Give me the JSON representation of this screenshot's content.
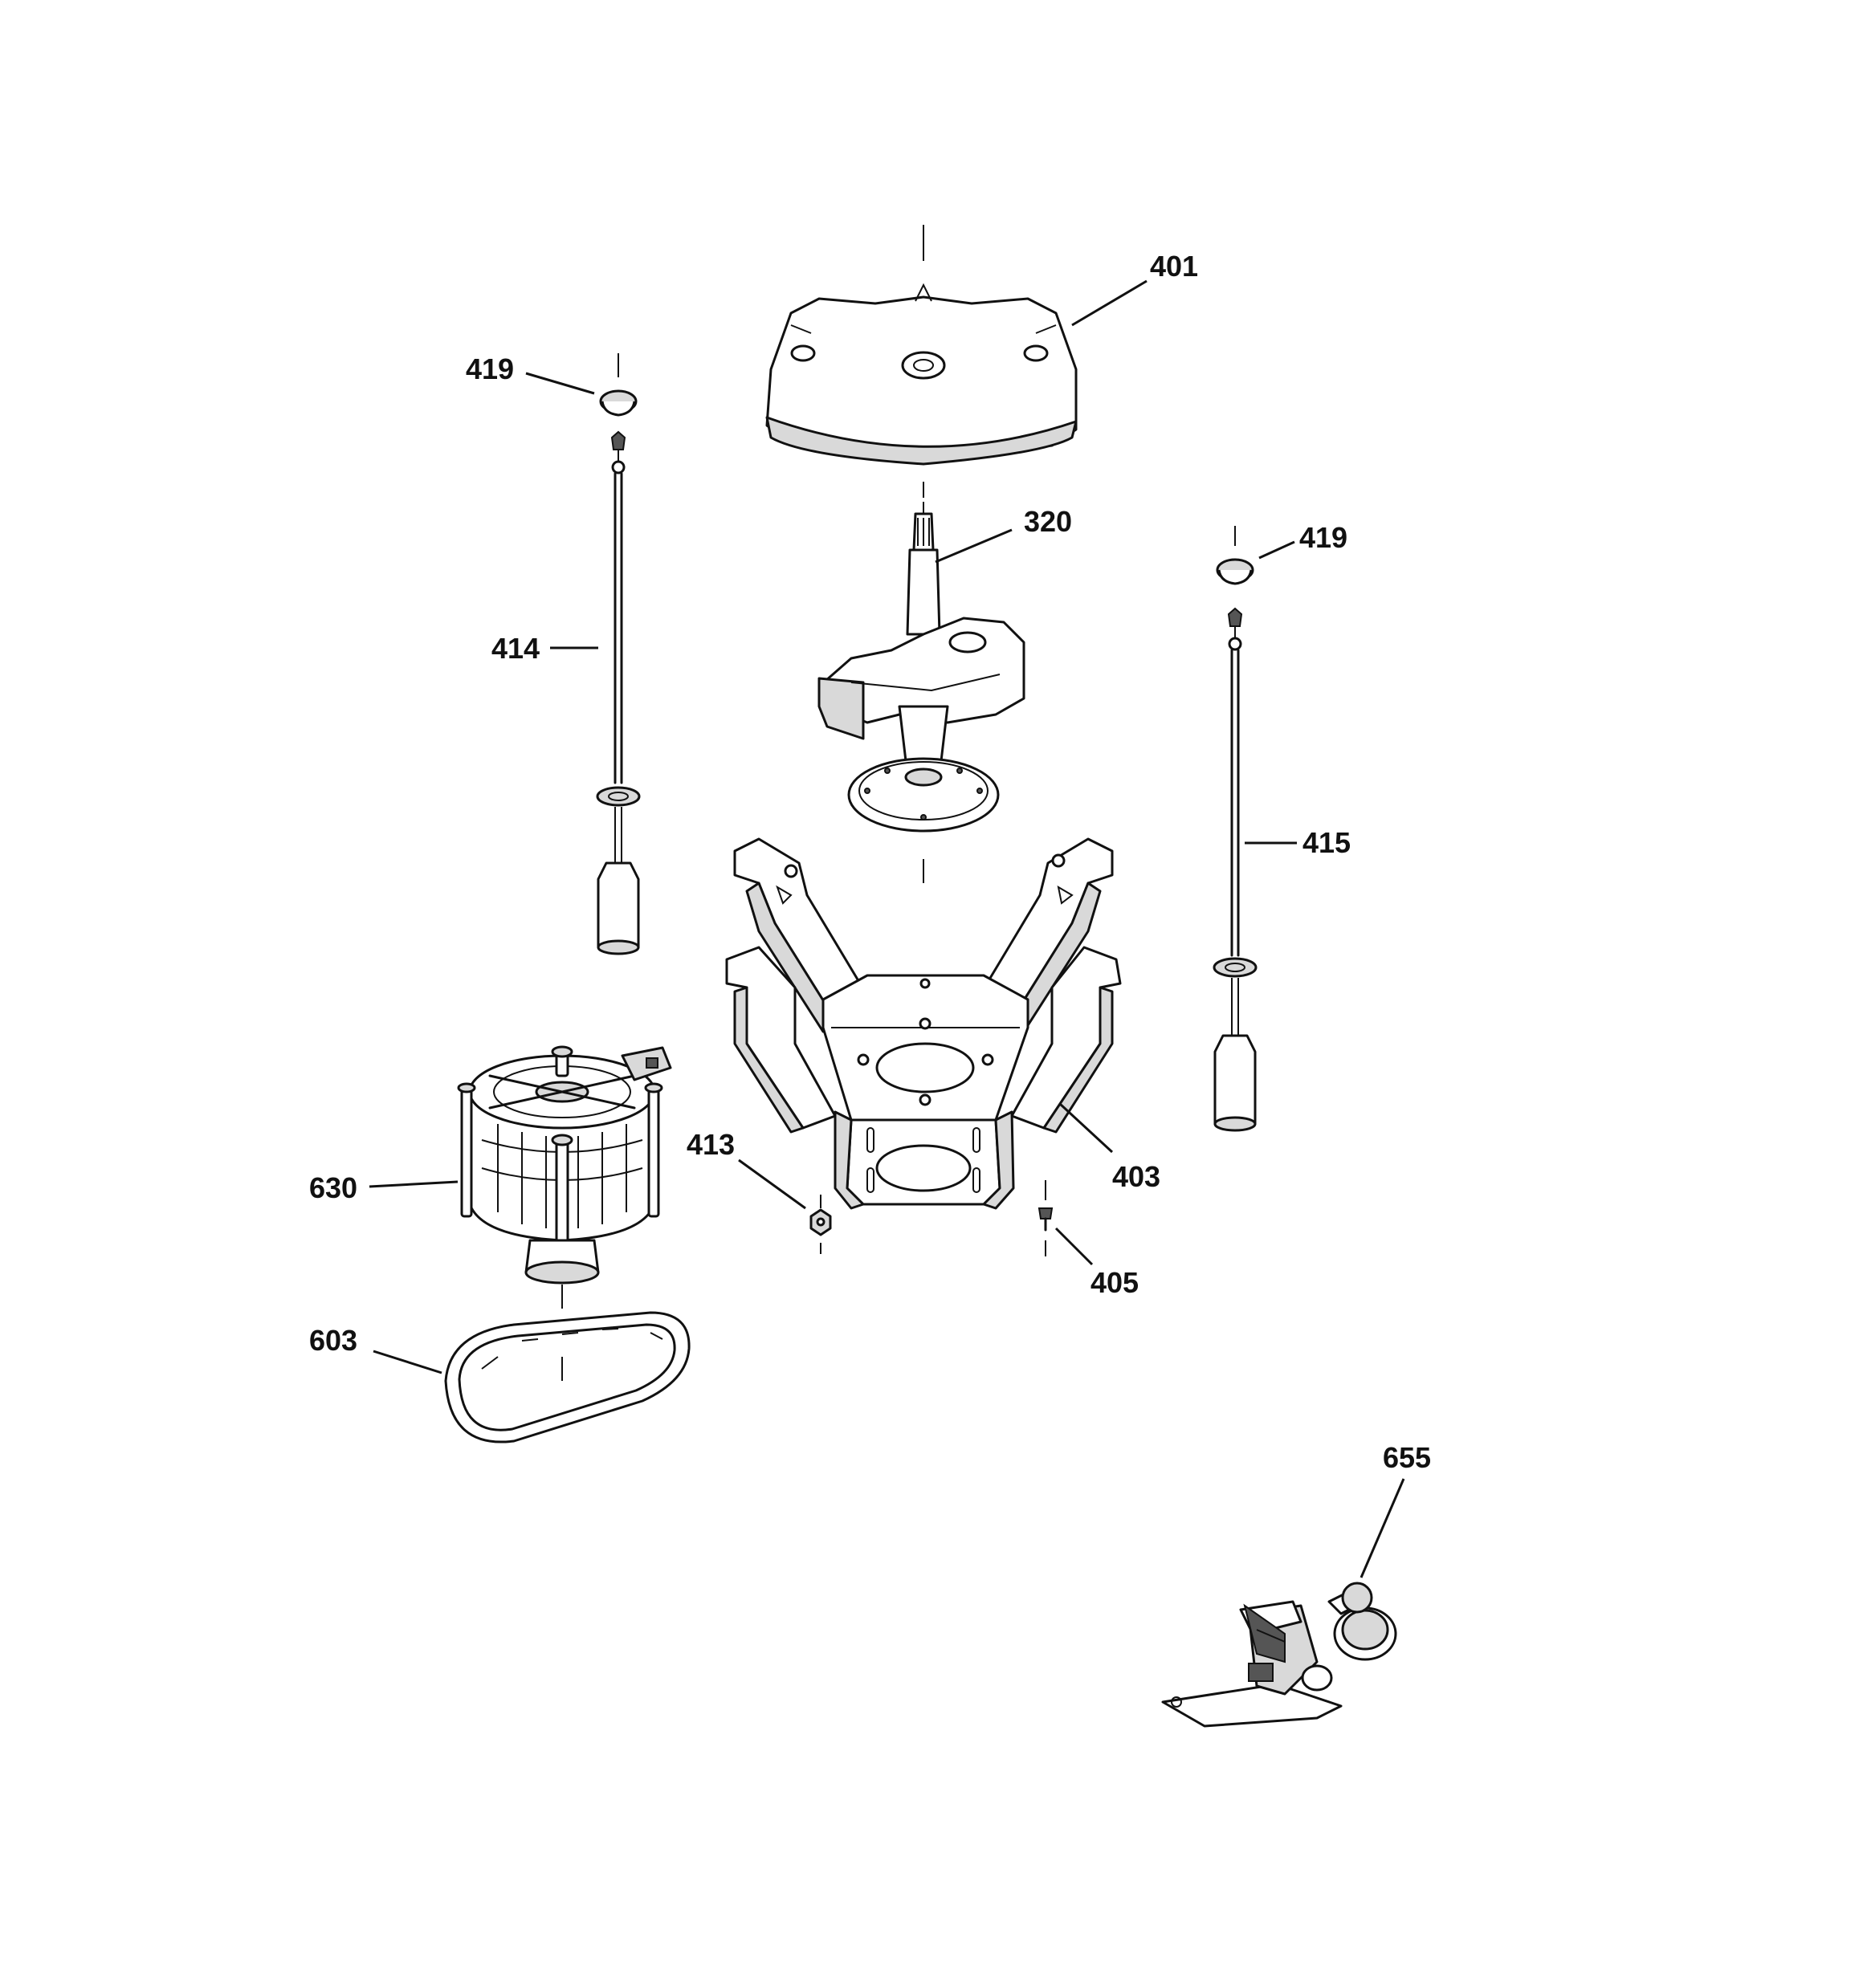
{
  "diagram": {
    "parts": [
      {
        "id": "401",
        "label": "401"
      },
      {
        "id": "419-left",
        "label": "419"
      },
      {
        "id": "419-right",
        "label": "419"
      },
      {
        "id": "320",
        "label": "320"
      },
      {
        "id": "414",
        "label": "414"
      },
      {
        "id": "415",
        "label": "415"
      },
      {
        "id": "413",
        "label": "413"
      },
      {
        "id": "403",
        "label": "403"
      },
      {
        "id": "405",
        "label": "405"
      },
      {
        "id": "630",
        "label": "630"
      },
      {
        "id": "603",
        "label": "603"
      },
      {
        "id": "655",
        "label": "655"
      }
    ]
  }
}
